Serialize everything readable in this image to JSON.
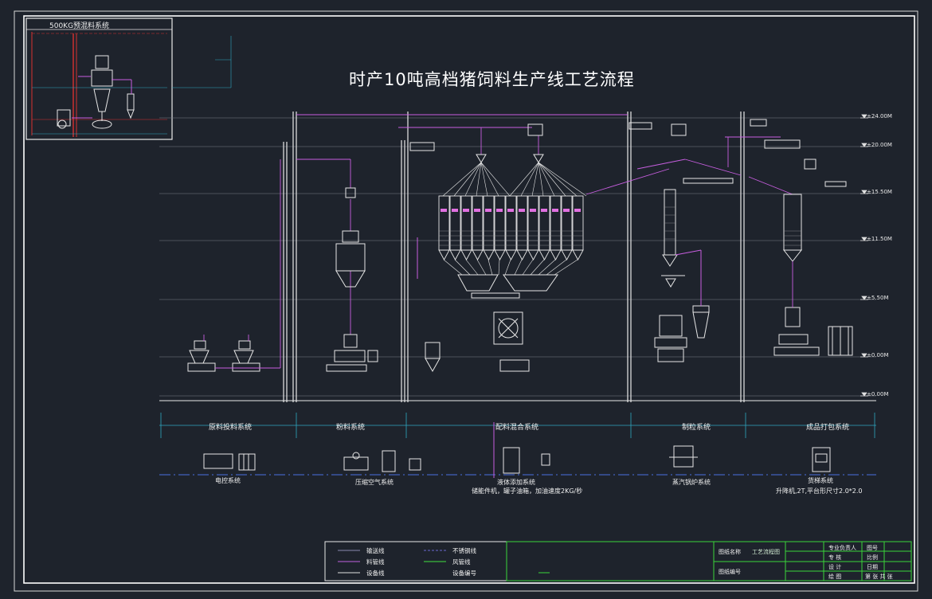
{
  "title": "时产10吨高档猪饲料生产线工艺流程",
  "inset_title": "500KG预混料系统",
  "sections": [
    {
      "label": "原料投料系统"
    },
    {
      "label": "粉料系统"
    },
    {
      "label": "配料混合系统"
    },
    {
      "label": "制粒系统"
    },
    {
      "label": "成品打包系统"
    }
  ],
  "utilities": [
    {
      "label": "电控系统"
    },
    {
      "label": "压缩空气系统"
    },
    {
      "label": "液体添加系统"
    },
    {
      "label": "储能件机，罐子油箱，加油速度2KG/秒"
    },
    {
      "label": "蒸汽锅炉系统"
    },
    {
      "label": "货梯系统"
    },
    {
      "label": "升降机,2T,平台形尺寸2.0*2.0"
    }
  ],
  "levels": [
    "±24.00M",
    "±20.00M",
    "±15.50M",
    "±11.50M",
    "±5.50M",
    "±0.00M",
    "±0.00M"
  ],
  "legend": [
    {
      "label": "输送线",
      "color": "#8a8ab0"
    },
    {
      "label": "不锈钢线",
      "color": "#6a6ad0"
    },
    {
      "label": "料管线",
      "color": "#c060e0"
    },
    {
      "label": "风管线",
      "color": "#40e040"
    },
    {
      "label": "设备线",
      "color": "#e0e0e0"
    },
    {
      "label": "设备编号",
      "color": "#e060e0"
    }
  ],
  "title_block": {
    "drawing_name_label": "图纸名称",
    "drawing_name": "工艺流程图",
    "drawing_no_label": "图纸编号",
    "roles": [
      "专业负责人",
      "专 核",
      "设 计",
      "绘 图"
    ],
    "right_labels": [
      "图号",
      "比例",
      "日期",
      "第 张 共 张"
    ]
  },
  "colors": {
    "background": "#1e232c",
    "frame": "#e8e8e8",
    "equipment": "#e6e6e6",
    "pipe": "#c85ee0",
    "tag": "#e070e0",
    "dim": "#2fa7c0",
    "centerline": "#4a6fe0",
    "titleblock": "#3ad43a",
    "inset_red": "#d83030"
  }
}
